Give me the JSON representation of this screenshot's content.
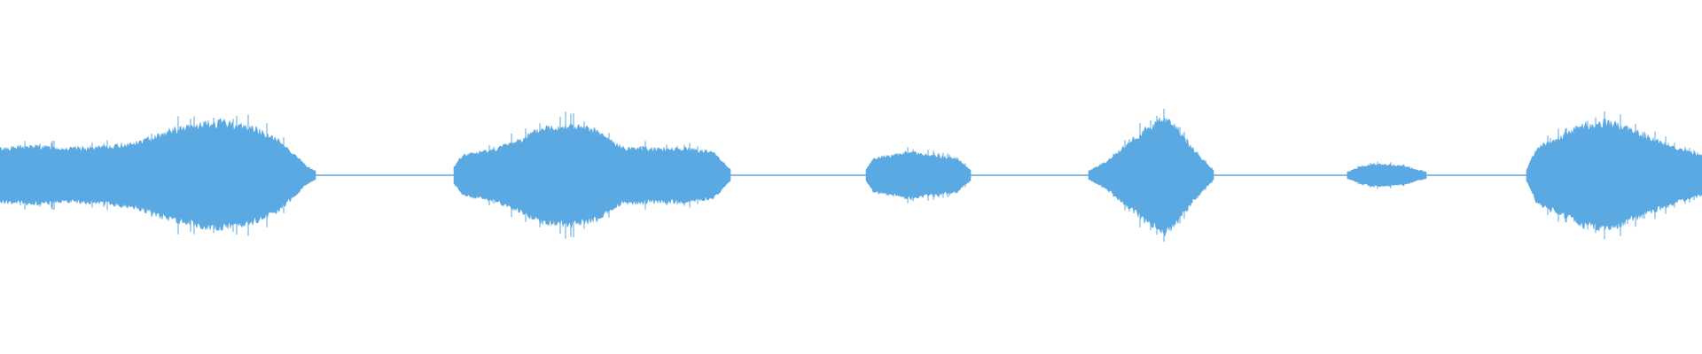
{
  "waveform": {
    "color": "#5aa9e2",
    "background": "#ffffff",
    "silence_amplitude": 0.008,
    "segments": [
      {
        "name": "segment-1",
        "start": 0.0,
        "end": 0.185,
        "envelope": [
          [
            0.0,
            0.24
          ],
          [
            0.02,
            0.26
          ],
          [
            0.04,
            0.24
          ],
          [
            0.06,
            0.25
          ],
          [
            0.08,
            0.29
          ],
          [
            0.1,
            0.4
          ],
          [
            0.12,
            0.46
          ],
          [
            0.13,
            0.48
          ],
          [
            0.15,
            0.42
          ],
          [
            0.165,
            0.3
          ],
          [
            0.175,
            0.16
          ],
          [
            0.18,
            0.08
          ],
          [
            0.185,
            0.04
          ]
        ]
      },
      {
        "name": "segment-2",
        "start": 0.267,
        "end": 0.429,
        "envelope": [
          [
            0.267,
            0.08
          ],
          [
            0.272,
            0.18
          ],
          [
            0.29,
            0.23
          ],
          [
            0.305,
            0.32
          ],
          [
            0.32,
            0.43
          ],
          [
            0.335,
            0.45
          ],
          [
            0.35,
            0.4
          ],
          [
            0.365,
            0.25
          ],
          [
            0.385,
            0.24
          ],
          [
            0.405,
            0.24
          ],
          [
            0.42,
            0.2
          ],
          [
            0.429,
            0.05
          ]
        ]
      },
      {
        "name": "segment-3",
        "start": 0.509,
        "end": 0.57,
        "envelope": [
          [
            0.509,
            0.05
          ],
          [
            0.513,
            0.15
          ],
          [
            0.525,
            0.18
          ],
          [
            0.535,
            0.21
          ],
          [
            0.545,
            0.18
          ],
          [
            0.562,
            0.15
          ],
          [
            0.57,
            0.05
          ]
        ]
      },
      {
        "name": "segment-4",
        "start": 0.64,
        "end": 0.713,
        "envelope": [
          [
            0.64,
            0.04
          ],
          [
            0.65,
            0.12
          ],
          [
            0.66,
            0.25
          ],
          [
            0.672,
            0.4
          ],
          [
            0.684,
            0.52
          ],
          [
            0.69,
            0.45
          ],
          [
            0.7,
            0.25
          ],
          [
            0.708,
            0.12
          ],
          [
            0.713,
            0.04
          ]
        ]
      },
      {
        "name": "segment-5",
        "start": 0.792,
        "end": 0.838,
        "envelope": [
          [
            0.792,
            0.03
          ],
          [
            0.797,
            0.06
          ],
          [
            0.8,
            0.08
          ],
          [
            0.812,
            0.1
          ],
          [
            0.825,
            0.08
          ],
          [
            0.832,
            0.05
          ],
          [
            0.838,
            0.03
          ]
        ]
      },
      {
        "name": "segment-6",
        "start": 0.897,
        "end": 1.0,
        "envelope": [
          [
            0.897,
            0.05
          ],
          [
            0.903,
            0.25
          ],
          [
            0.915,
            0.33
          ],
          [
            0.93,
            0.45
          ],
          [
            0.945,
            0.48
          ],
          [
            0.96,
            0.4
          ],
          [
            0.975,
            0.3
          ],
          [
            0.99,
            0.22
          ],
          [
            1.0,
            0.18
          ]
        ]
      }
    ]
  }
}
